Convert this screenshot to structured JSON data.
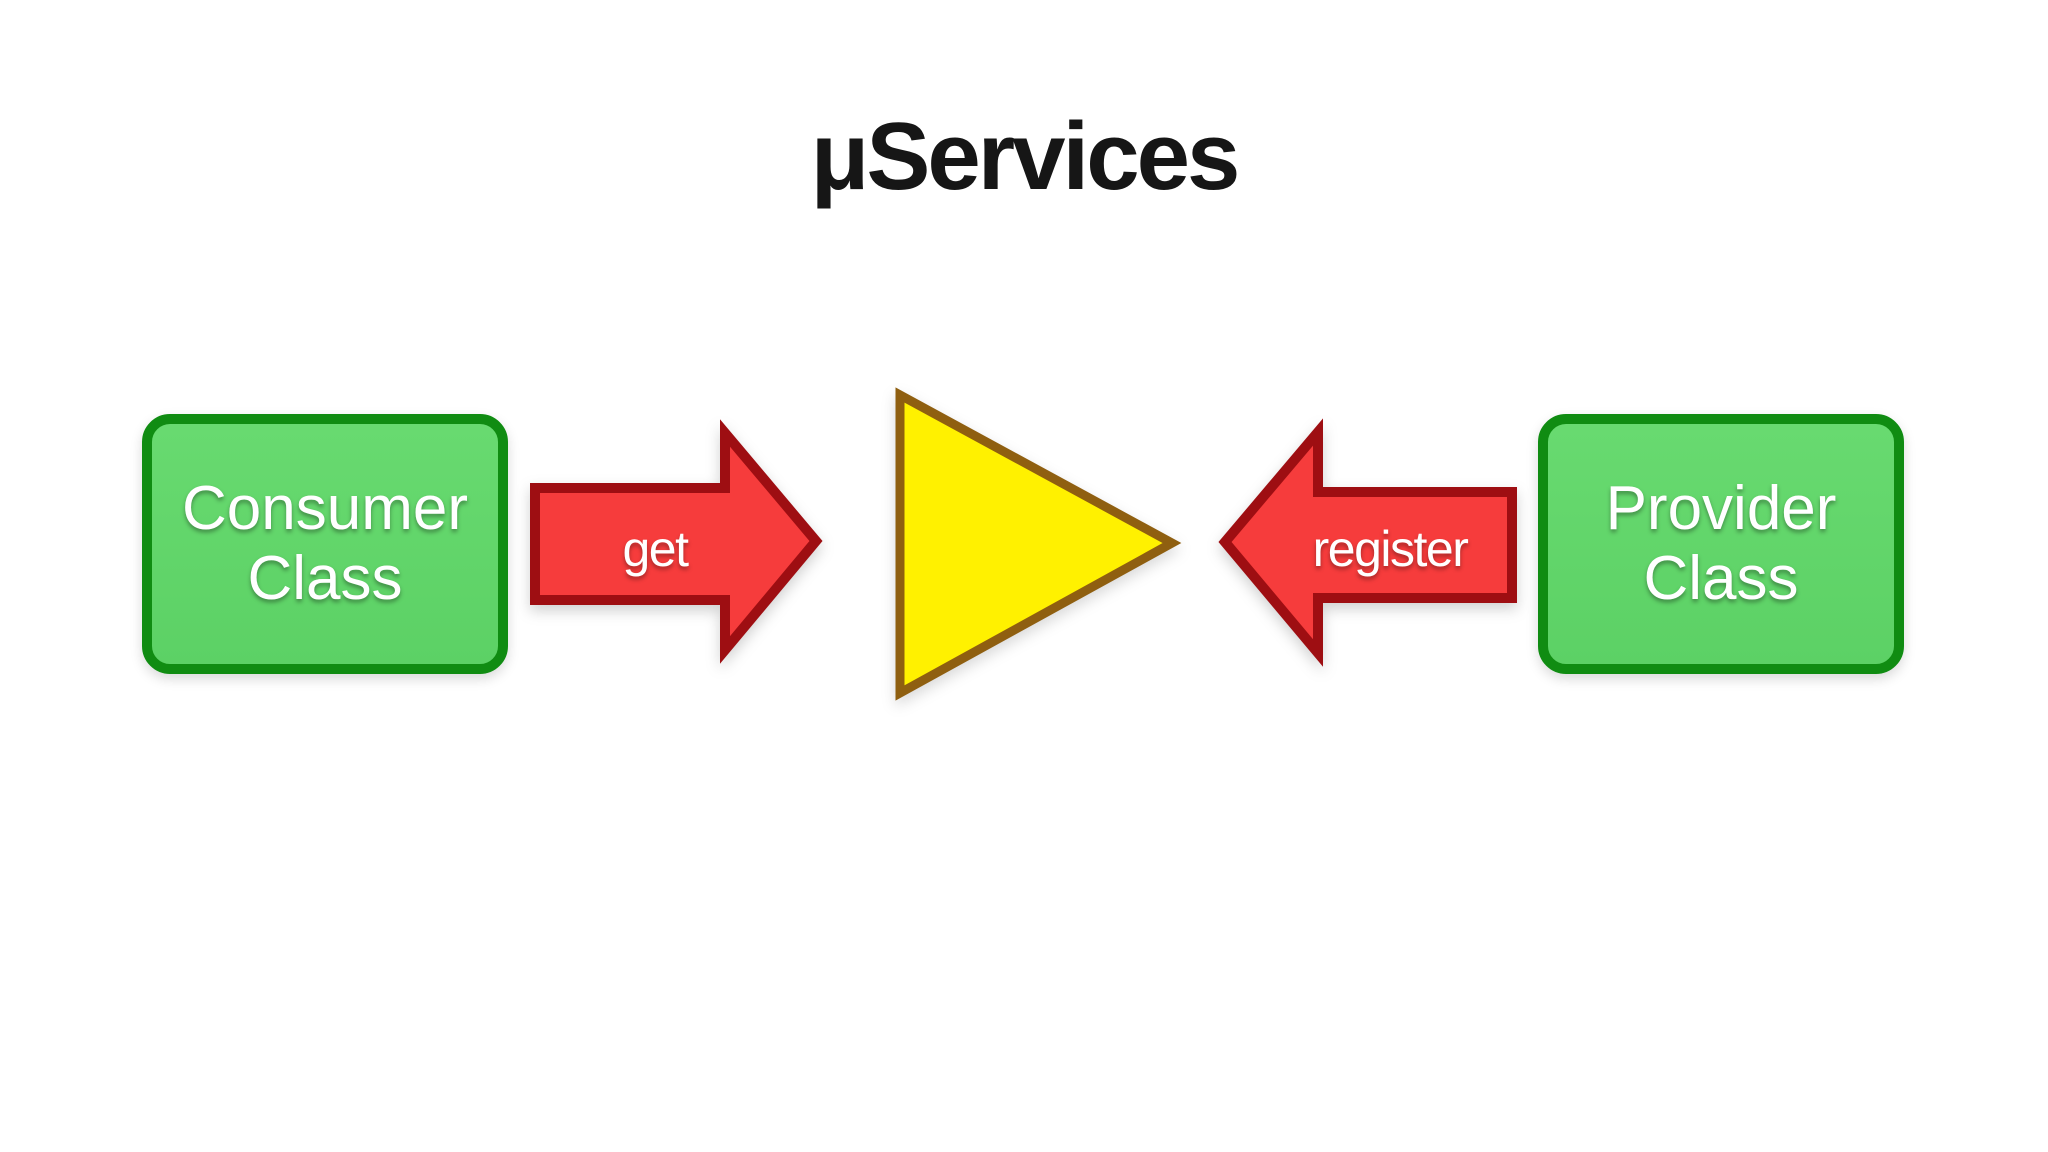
{
  "title": "μServices",
  "diagram": {
    "consumer_box": {
      "label": "Consumer\nClass",
      "shape": "rounded-rectangle",
      "fill": "green"
    },
    "provider_box": {
      "label": "Provider\nClass",
      "shape": "rounded-rectangle",
      "fill": "green"
    },
    "get_arrow": {
      "label": "get",
      "shape": "block-arrow",
      "direction": "right",
      "from": "consumer_box",
      "to": "service_triangle"
    },
    "register_arrow": {
      "label": "register",
      "shape": "block-arrow",
      "direction": "left",
      "from": "provider_box",
      "to": "service_triangle"
    },
    "service_triangle": {
      "shape": "triangle",
      "direction": "right",
      "fill": "yellow"
    }
  },
  "colors": {
    "background": "#ffffff",
    "title_text": "#161616",
    "box_fill": "#5cd165",
    "box_fill_top": "#68da70",
    "box_border": "#108c12",
    "arrow_fill": "#f63c3c",
    "arrow_border": "#9e0e12",
    "triangle_fill": "#fff100",
    "triangle_border": "#8f5f10",
    "label_text": "#ffffff"
  }
}
